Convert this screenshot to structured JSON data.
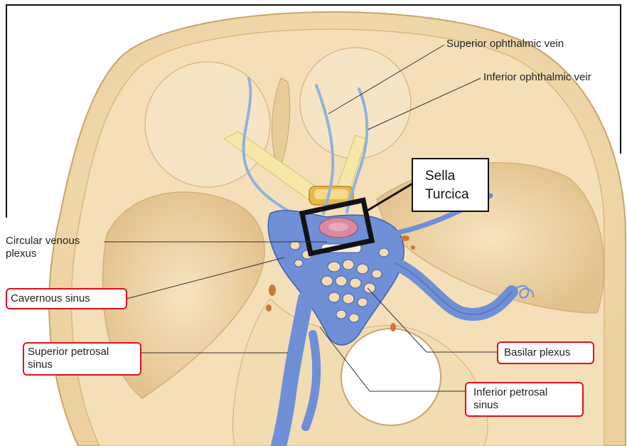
{
  "labels": {
    "superior_ophthalmic_vein": "Superior ophthalmic vein",
    "inferior_ophthalmic_vein": "Inferior ophthalmic veir",
    "sella_turcica_line1": "Sella",
    "sella_turcica_line2": "Turcica",
    "circular_venous_plexus_line1": "Circular venous",
    "circular_venous_plexus_line2": "plexus",
    "cavernous_sinus": "Cavernous sinus",
    "superior_petrosal_sinus_line1": "Superior petrosal",
    "superior_petrosal_sinus_line2": "sinus",
    "basilar_plexus": "Basilar plexus",
    "inferior_petrosal_sinus_line1": "Inferior petrosal",
    "inferior_petrosal_sinus_line2": "sinus"
  },
  "colors": {
    "bone": "#f3ddb4",
    "bone_shadow": "#e2c391",
    "bone_light": "#faecd0",
    "vein_blue": "#6f8fd6",
    "vein_dark": "#3f5fb0",
    "highlight_red": "#e0101a",
    "gland_pink": "#d98aa0",
    "frame": "#111111"
  },
  "icons": {
    "nerve_curl": "nerve-curl-icon"
  }
}
